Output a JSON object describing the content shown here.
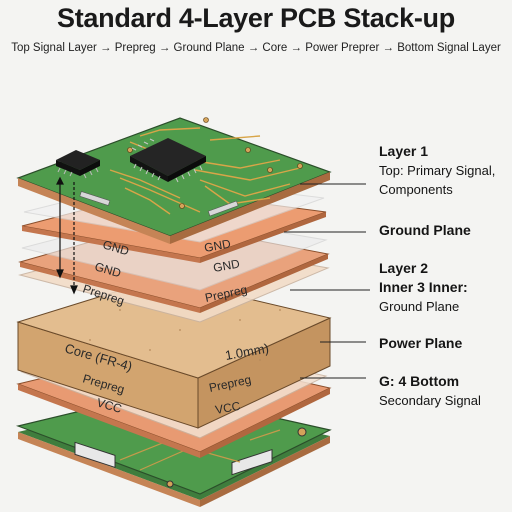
{
  "title": "Standard 4-Layer PCB Stack-up",
  "subtitle": "Top Signal Layer → Prepreg → Ground Plane → Core → Power Preprer → Bottom Signal Layer",
  "layer_labels": {
    "gnd_left_1": "GND",
    "gnd_right_1": "GND",
    "gnd_left_2": "GND",
    "gnd_right_2": "GND",
    "prepreg_left_1": "Prepreg",
    "prepreg_right_1": "Prepreg",
    "core_left": "Core (FR-4)",
    "core_right": "1.0mm)",
    "prepreg_left_2": "Prepreg",
    "prepreg_right_2": "Prepreg",
    "vcc_left": "VCC",
    "vcc_right": "VCC"
  },
  "callouts": [
    {
      "heading": "Layer 1",
      "lines": [
        "Top: Primary Signal,",
        "Components"
      ]
    },
    {
      "heading": "Ground Plane",
      "lines": []
    },
    {
      "heading": "Layer 2",
      "lines": []
    },
    {
      "heading": "Inner 3 Inner:",
      "lines": [
        "Ground Plane"
      ]
    },
    {
      "heading": "Power Plane",
      "lines": []
    },
    {
      "heading": "G: 4 Bottom",
      "lines": [
        "Secondary Signal"
      ]
    }
  ],
  "colors": {
    "pcb_green": "#4f9b4c",
    "copper": "#e89a72",
    "core": "#dcb07f",
    "prepreg": "#f0d7c0"
  }
}
